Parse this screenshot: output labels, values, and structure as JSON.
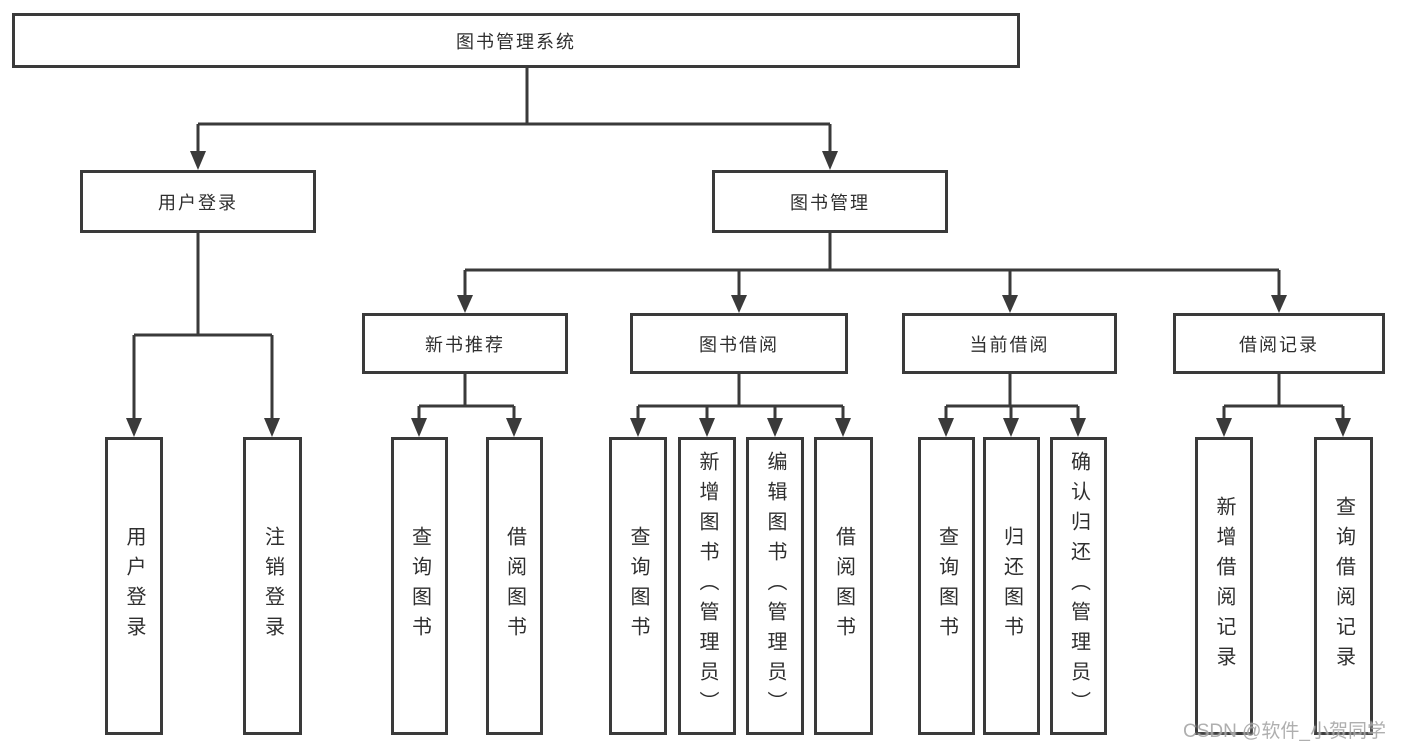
{
  "diagram_type": "hierarchy-tree",
  "colors": {
    "line": "#3a3a3a",
    "border": "#3a3a3a",
    "text": "#2f2f2f",
    "background": "#ffffff",
    "watermark": "#9e9e9e"
  },
  "root": {
    "label": "图书管理系统"
  },
  "branches": {
    "user_login": {
      "label": "用户登录",
      "children": [
        {
          "label": "用户登录"
        },
        {
          "label": "注销登录"
        }
      ]
    },
    "book_management": {
      "label": "图书管理",
      "sections": [
        {
          "label": "新书推荐",
          "children": [
            {
              "label": "查询图书"
            },
            {
              "label": "借阅图书"
            }
          ]
        },
        {
          "label": "图书借阅",
          "children": [
            {
              "label": "查询图书"
            },
            {
              "label": "新增图书（管理员）"
            },
            {
              "label": "编辑图书（管理员）"
            },
            {
              "label": "借阅图书"
            }
          ]
        },
        {
          "label": "当前借阅",
          "children": [
            {
              "label": "查询图书"
            },
            {
              "label": "归还图书"
            },
            {
              "label": "确认归还（管理员）"
            }
          ]
        },
        {
          "label": "借阅记录",
          "children": [
            {
              "label": "新增借阅记录"
            },
            {
              "label": "查询借阅记录"
            }
          ]
        }
      ]
    }
  },
  "watermark": {
    "text": "CSDN @软件_小贺同学"
  }
}
